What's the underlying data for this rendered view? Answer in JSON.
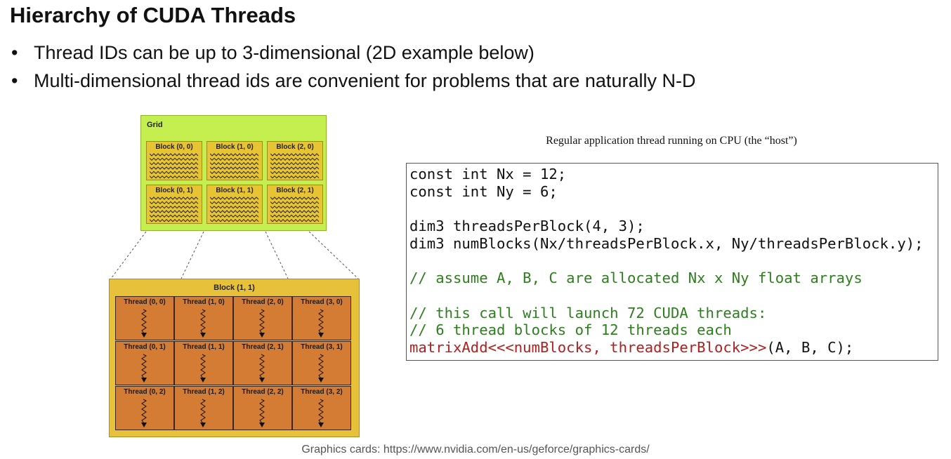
{
  "title": "Hierarchy of CUDA Threads",
  "bullets": [
    "Thread IDs can be up to 3-dimensional (2D example below)",
    "Multi-dimensional thread ids are convenient for problems that are naturally N-D"
  ],
  "diagram": {
    "grid_label": "Grid",
    "blocks": [
      "Block (0, 0)",
      "Block (1, 0)",
      "Block (2, 0)",
      "Block (0, 1)",
      "Block (1, 1)",
      "Block (2, 1)"
    ],
    "detail_label": "Block (1, 1)",
    "threads": [
      "Thread (0, 0)",
      "Thread (1, 0)",
      "Thread (2, 0)",
      "Thread (3, 0)",
      "Thread (0, 1)",
      "Thread (1, 1)",
      "Thread (2, 1)",
      "Thread (3, 1)",
      "Thread (0, 2)",
      "Thread (1, 2)",
      "Thread (2, 2)",
      "Thread (3, 2)"
    ],
    "colors": {
      "grid": "#c5ef4e",
      "block": "#e7c434",
      "thread": "#d57c34"
    }
  },
  "code": {
    "caption": "Regular application thread running on CPU (the “host”)",
    "lines": [
      "const int Nx = 12;",
      "const int Ny = 6;",
      "",
      "dim3 threadsPerBlock(4, 3);",
      "dim3 numBlocks(Nx/threadsPerBlock.x, Ny/threadsPerBlock.y);",
      "",
      "// assume A, B, C are allocated Nx x Ny float arrays",
      "",
      "// this call will launch 72 CUDA threads:",
      "// 6 thread blocks of 12 threads each"
    ],
    "last_line_call": "matrixAdd<<<numBlocks, threadsPerBlock>>>",
    "last_line_args": "(A, B, C);",
    "colors": {
      "comment": "#2e7d1f",
      "kernel": "#b0201e"
    }
  },
  "footer": "Graphics cards: https://www.nvidia.com/en-us/geforce/graphics-cards/"
}
